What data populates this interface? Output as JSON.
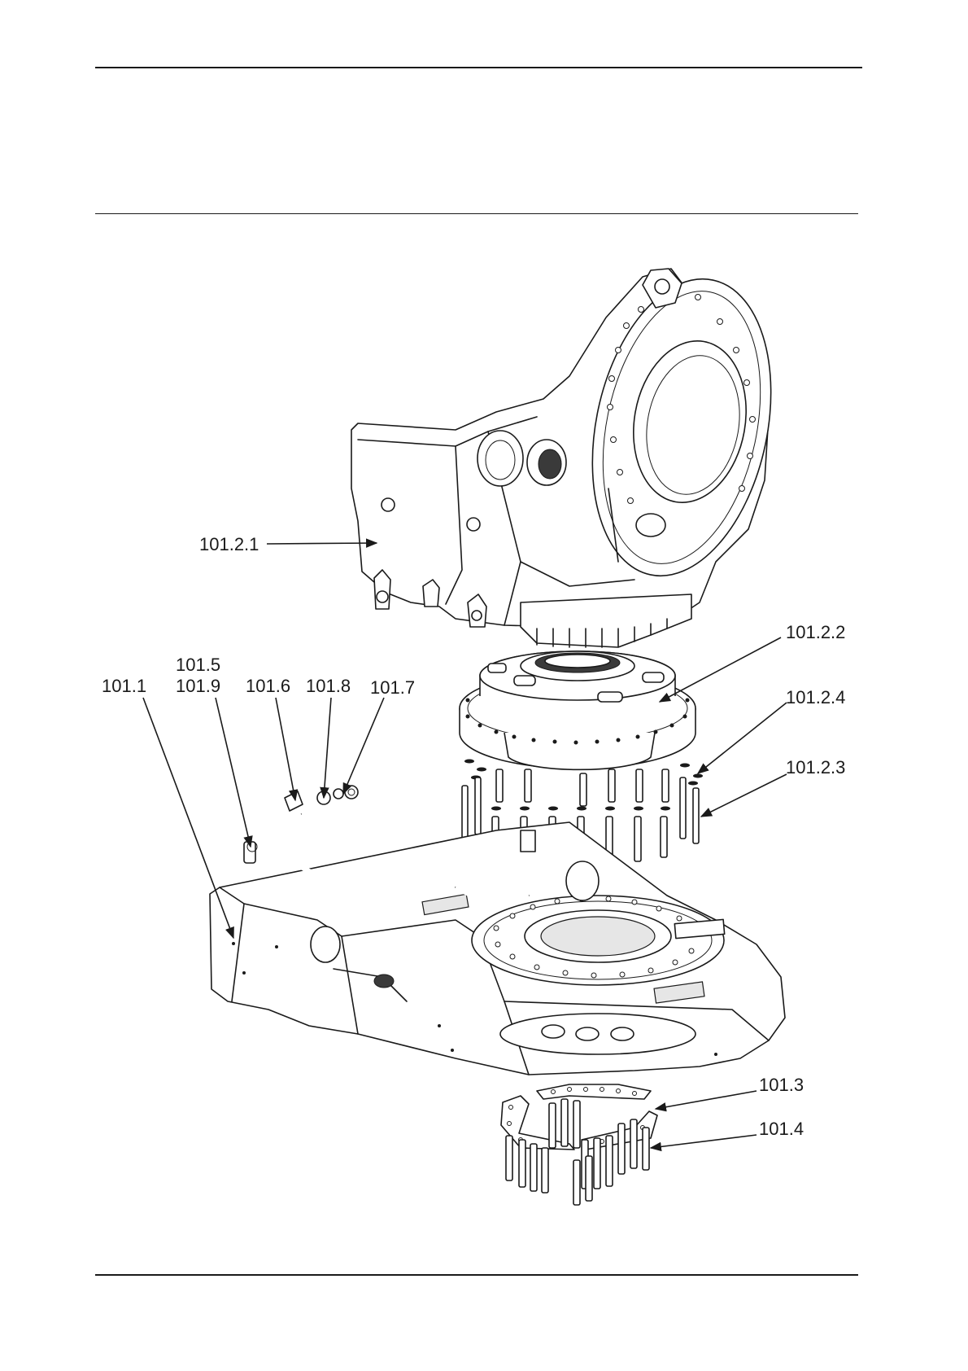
{
  "callouts": {
    "c_101_2_1": "101.2.1",
    "c_101_2_2": "101.2.2",
    "c_101_2_4": "101.2.4",
    "c_101_2_3": "101.2.3",
    "c_101_5": "101.5",
    "c_101_9": "101.9",
    "c_101_1": "101.1",
    "c_101_6": "101.6",
    "c_101_8": "101.8",
    "c_101_7": "101.7",
    "c_101_3": "101.3",
    "c_101_4": "101.4"
  }
}
